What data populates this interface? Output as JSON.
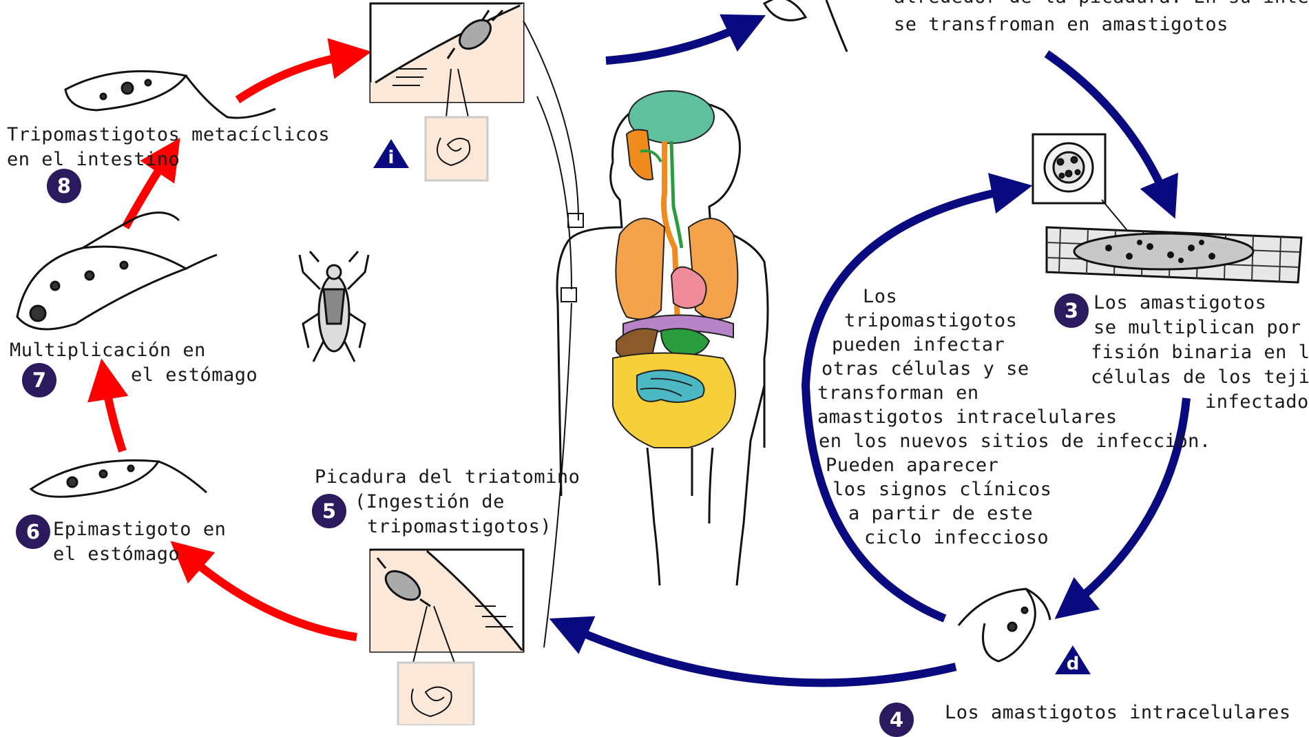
{
  "stages": {
    "s1": {
      "badge": "i"
    },
    "s2": {
      "lines": [
        "alrededor de la picadura. En su interior",
        "se transfroman en amastigotos"
      ]
    },
    "s3": {
      "badge": "3",
      "lines": [
        "Los amastigotos",
        "se multiplican por",
        "fisión binaria en las",
        "células de los tejidos",
        "infectados"
      ]
    },
    "s4": {
      "badge": "4",
      "lines": [
        "Los amastigotos intracelulares"
      ],
      "marker": "d"
    },
    "s5": {
      "badge": "5",
      "lines": [
        "Picadura del triatomino",
        "(Ingestión de",
        "tripomastigotos)"
      ]
    },
    "s6": {
      "badge": "6",
      "lines": [
        "Epimastigoto en",
        "el estómago"
      ]
    },
    "s7": {
      "badge": "7",
      "lines": [
        "Multiplicación en",
        "el estómago"
      ]
    },
    "s8": {
      "badge": "8",
      "lines": [
        "Tripomastigotos metacíclicos",
        "en el intestino"
      ]
    }
  },
  "center_note": {
    "lines": [
      "Los",
      "tripomastigotos",
      "pueden infectar",
      "otras células y se",
      "transforman en",
      "amastigotos intracelulares",
      "en los nuevos sitios de infección.",
      "Pueden aparecer",
      "los signos clínicos",
      "a partir de este",
      "ciclo infeccioso"
    ]
  },
  "colors": {
    "vector_arrow": "#ff0000",
    "human_arrow": "#0a0a80",
    "badge": "#2b1a5e",
    "inset_bg": "#fbe8d9"
  }
}
